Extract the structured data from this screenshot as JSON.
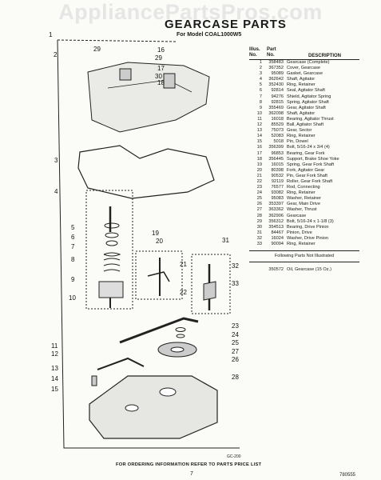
{
  "watermark": "AppliancePartsPros.com",
  "header": {
    "title": "GEARCASE PARTS",
    "subtitle": "For Model COAL1000W5"
  },
  "columns": {
    "illus": "Illus.\nNo.",
    "part": "Part\nNo.",
    "desc": "DESCRIPTION"
  },
  "parts": [
    {
      "illus": "1",
      "part": "358483",
      "desc": "Gearcase (Complete)"
    },
    {
      "illus": "2",
      "part": "367352",
      "desc": "Cover, Gearcase"
    },
    {
      "illus": "3",
      "part": "95089",
      "desc": "Gasket, Gearcase"
    },
    {
      "illus": "4",
      "part": "362642",
      "desc": "Shaft, Agitator"
    },
    {
      "illus": "5",
      "part": "352430",
      "desc": "Ring, Retainer"
    },
    {
      "illus": "6",
      "part": "92814",
      "desc": "Seal, Agitator Shaft"
    },
    {
      "illus": "7",
      "part": "94276",
      "desc": "Shield, Agitator Spring"
    },
    {
      "illus": "8",
      "part": "92815",
      "desc": "Spring, Agitator Shaft"
    },
    {
      "illus": "9",
      "part": "355469",
      "desc": "Gear, Agitator Shaft"
    },
    {
      "illus": "10",
      "part": "362098",
      "desc": "Shaft, Agitator"
    },
    {
      "illus": "11",
      "part": "16018",
      "desc": "Bearing, Agitator Thrust"
    },
    {
      "illus": "12",
      "part": "85529",
      "desc": "Ball, Agitator Shaft"
    },
    {
      "illus": "13",
      "part": "75073",
      "desc": "Gear, Sector"
    },
    {
      "illus": "14",
      "part": "52083",
      "desc": "Ring, Retainer"
    },
    {
      "illus": "15",
      "part": "5018",
      "desc": "Pin, Dowel"
    },
    {
      "illus": "16",
      "part": "356399",
      "desc": "Bolt, 5/16-24 x 3/4 (4)"
    },
    {
      "illus": "17",
      "part": "96853",
      "desc": "Bearing, Gear Fork"
    },
    {
      "illus": "18",
      "part": "356445",
      "desc": "Support, Brake Shoe Yoke"
    },
    {
      "illus": "19",
      "part": "16015",
      "desc": "Spring, Gear Fork Shaft"
    },
    {
      "illus": "20",
      "part": "80398",
      "desc": "Fork, Agitator Gear"
    },
    {
      "illus": "21",
      "part": "90532",
      "desc": "Pin, Gear Fork Shaft"
    },
    {
      "illus": "22",
      "part": "92119",
      "desc": "Roller, Gear Fork Shaft"
    },
    {
      "illus": "23",
      "part": "76577",
      "desc": "Rod, Connecting"
    },
    {
      "illus": "24",
      "part": "93082",
      "desc": "Ring, Retainer"
    },
    {
      "illus": "25",
      "part": "95083",
      "desc": "Washer, Retainer"
    },
    {
      "illus": "26",
      "part": "353397",
      "desc": "Gear, Main Drive"
    },
    {
      "illus": "27",
      "part": "363362",
      "desc": "Washer, Thrust"
    },
    {
      "illus": "28",
      "part": "362906",
      "desc": "Gearcase"
    },
    {
      "illus": "29",
      "part": "356312",
      "desc": "Bolt, 5/16-24 x 1-1/8 (3)"
    },
    {
      "illus": "30",
      "part": "354513",
      "desc": "Bearing, Drive Pinion"
    },
    {
      "illus": "31",
      "part": "84467",
      "desc": "Pinion, Drive"
    },
    {
      "illus": "32",
      "part": "16024",
      "desc": "Washer, Drive Pinion"
    },
    {
      "illus": "33",
      "part": "90094",
      "desc": "Ring, Retainer"
    }
  ],
  "not_illustrated": {
    "heading": "Following Parts Not Illustrated",
    "items": [
      {
        "illus": "",
        "part": "350572",
        "desc": "Oil, Gearcase (15 Oz.)"
      }
    ]
  },
  "footer": {
    "ordering": "FOR ORDERING INFORMATION REFER TO PARTS PRICE LIST",
    "page": "7",
    "code": "780555",
    "figure_code": "GC-200"
  },
  "callouts": [
    "1",
    "2",
    "29",
    "16",
    "29",
    "17",
    "30",
    "18",
    "3",
    "4",
    "5",
    "6",
    "7",
    "8",
    "9",
    "10",
    "19",
    "20",
    "31",
    "21",
    "32",
    "22",
    "33",
    "11",
    "12",
    "23",
    "24",
    "25",
    "27",
    "26",
    "13",
    "14",
    "15",
    "28"
  ]
}
